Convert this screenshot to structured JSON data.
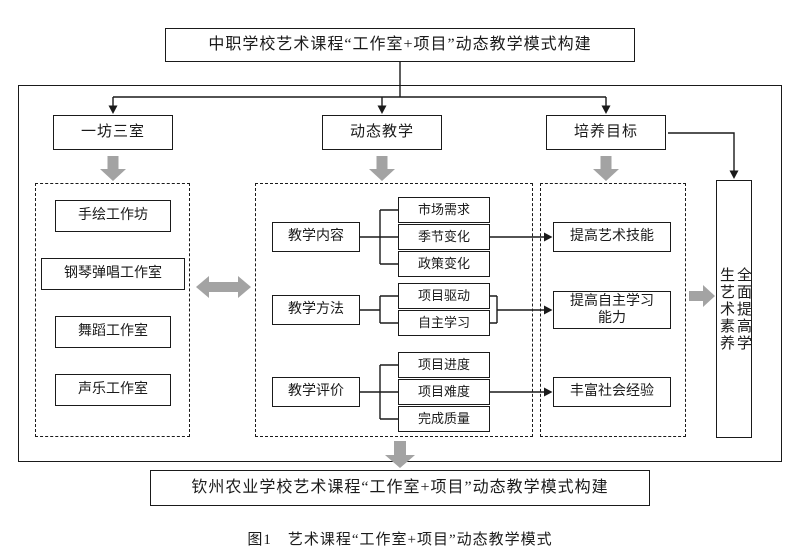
{
  "top_title": "中职学校艺术课程“工作室+项目”动态教学模式构建",
  "headers": {
    "left": "一坊三室",
    "middle": "动态教学",
    "right": "培养目标"
  },
  "workshops": [
    "手绘工作坊",
    "钢琴弹唱工作室",
    "舞蹈工作室",
    "声乐工作室"
  ],
  "teaching": [
    {
      "label": "教学内容",
      "items": [
        "市场需求",
        "季节变化",
        "政策变化"
      ],
      "outcome": "提高艺术技能"
    },
    {
      "label": "教学方法",
      "items": [
        "项目驱动",
        "自主学习"
      ],
      "outcome": "提高自主学习能力"
    },
    {
      "label": "教学评价",
      "items": [
        "项目进度",
        "项目难度",
        "完成质量"
      ],
      "outcome": "丰富社会经验"
    }
  ],
  "side_goal": "全面提高学生艺术素养",
  "bottom_title": "钦州农业学校艺术课程“工作室+项目”动态教学模式构建",
  "caption": "图1　艺术课程“工作室+项目”动态教学模式",
  "colors": {
    "arrow_gray": "#a3a3a3",
    "line": "#1a1a1a"
  }
}
